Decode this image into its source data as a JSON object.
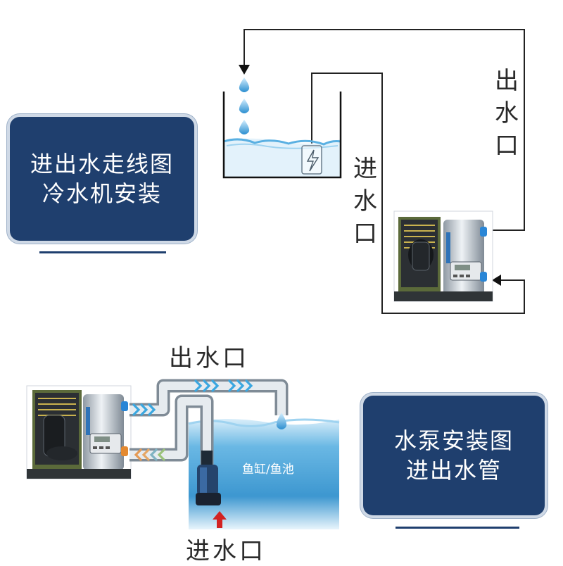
{
  "top_section": {
    "label_box": {
      "line1": "进出水走线图",
      "line2": "冷水机安装"
    },
    "outlet_label": [
      "出",
      "水",
      "口"
    ],
    "inlet_label": [
      "进",
      "水",
      "口"
    ]
  },
  "bottom_section": {
    "label_box": {
      "line1": "水泵安装图",
      "line2": "进出水管"
    },
    "outlet_label": "出水口",
    "inlet_label": "进水口",
    "tank_label": "鱼缸/鱼池"
  },
  "colors": {
    "label_box_bg": "#1f3f6e",
    "water": "#4aa6dd",
    "pipe": "#b8c3cc",
    "flow_outlet": "#3aa7e0",
    "flow_inlet": "#e49a55",
    "inlet_arrow": "#d22222"
  },
  "icons": [
    "water-drop-icon",
    "power-plug-icon",
    "flow-arrow-icon",
    "chiller-unit-icon",
    "water-pump-icon"
  ]
}
